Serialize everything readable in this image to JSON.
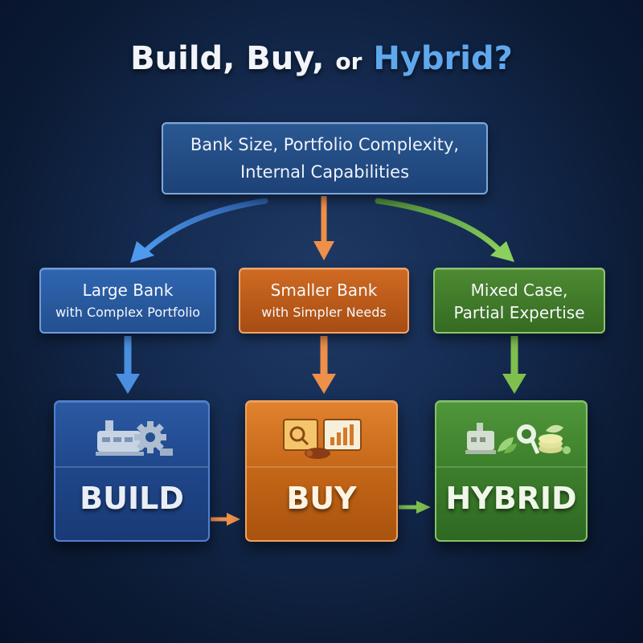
{
  "title": {
    "part1": "Build, Buy,",
    "part2": "or",
    "part3": "Hybrid?"
  },
  "top_box": {
    "line1": "Bank Size, Portfolio Complexity,",
    "line2": "Internal Capabilities"
  },
  "middle": [
    {
      "line1": "Large Bank",
      "line2": "with Complex Portfolio"
    },
    {
      "line1": "Smaller Bank",
      "line2": "with Simpler Needs"
    },
    {
      "line1": "Mixed Case,",
      "line2": "Partial Expertise"
    }
  ],
  "outcomes": [
    {
      "label": "BUILD"
    },
    {
      "label": "BUY"
    },
    {
      "label": "HYBRID"
    }
  ],
  "colors": {
    "blue": "#4a8fe0",
    "orange": "#ee8f4a",
    "green": "#7fbf4e",
    "accent_title": "#5fa8ee"
  },
  "icons": {
    "build": [
      "machine-icon",
      "gear-icon"
    ],
    "buy": [
      "search-document-icon",
      "chart-board-icon",
      "hand-icon"
    ],
    "hybrid": [
      "machine-icon",
      "leaf-icon",
      "magnifier-icon",
      "coins-icon"
    ]
  }
}
